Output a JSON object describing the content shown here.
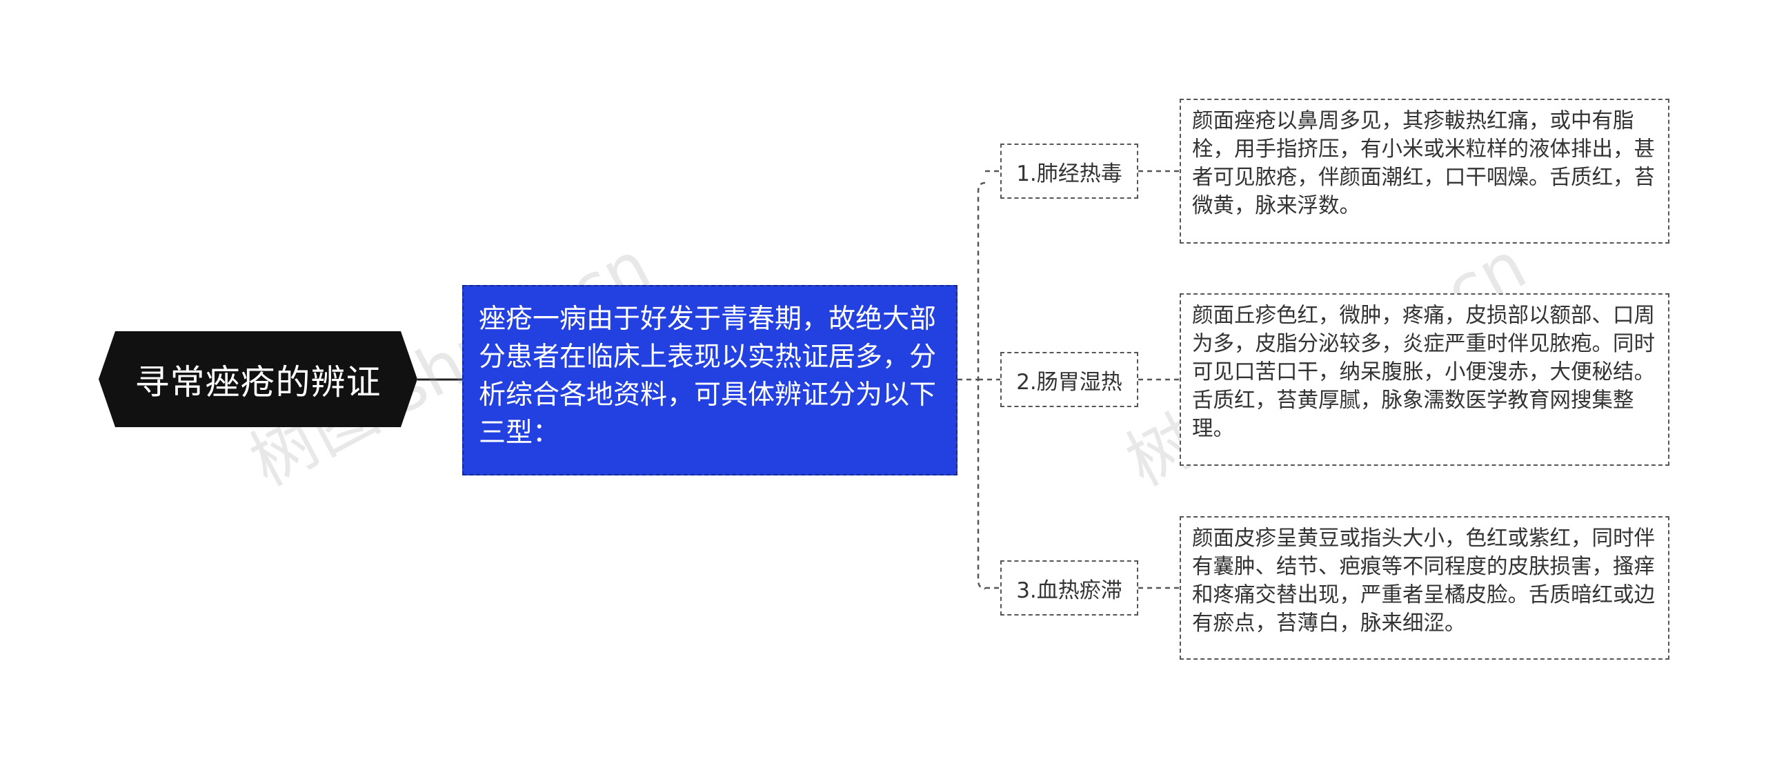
{
  "root": {
    "title": "寻常痤疮的辨证"
  },
  "intro": {
    "text": "痤疮一病由于好发于青春期，故绝大部分患者在临床上表现以实热证居多，分析综合各地资料，可具体辨证分为以下三型："
  },
  "branches": [
    {
      "label": "1.肺经热毒",
      "detail": "颜面痤疮以鼻周多见，其疹軷热红痛，或中有脂栓，用手指挤压，有小米或米粒样的液体排出，甚者可见脓疮，伴颜面潮红，口干咽燥。舌质红，苔微黄，脉来浮数。"
    },
    {
      "label": "2.肠胃湿热",
      "detail": "颜面丘疹色红，微肿，疼痛，皮损部以额部、口周为多，皮脂分泌较多，炎症严重时伴见脓疱。同时可见口苦口干，纳呆腹胀，小便溲赤，大便秘结。舌质红，苔黄厚腻，脉象濡数医学教育网搜集整理。"
    },
    {
      "label": "3.血热瘀滞",
      "detail": "颜面皮疹呈黄豆或指头大小，色红或紫红，同时伴有囊肿、结节、疤痕等不同程度的皮肤损害，搔痒和疼痛交替出现，严重者呈橘皮脸。舌质暗红或边有瘀点，苔薄白，脉来细涩。"
    }
  ],
  "watermark": "树图 shutu.cn",
  "colors": {
    "root_bg": "#111111",
    "intro_bg": "#2340e0",
    "line": "#555555"
  }
}
